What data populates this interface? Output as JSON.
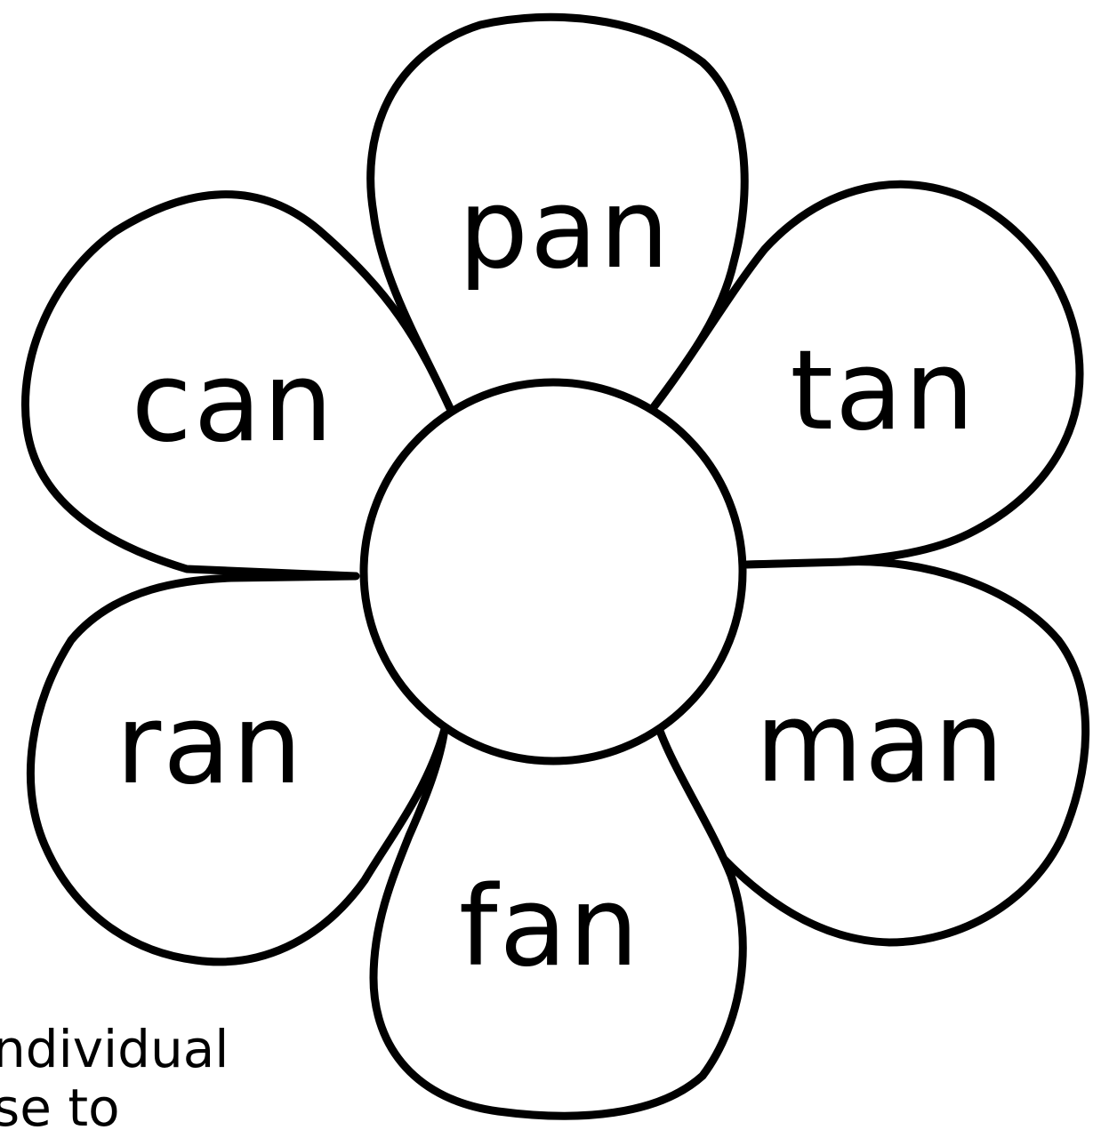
{
  "flower": {
    "center_label": "",
    "petals": [
      {
        "position": "top",
        "word": "pan"
      },
      {
        "position": "upper-right",
        "word": "tan"
      },
      {
        "position": "lower-right",
        "word": "man"
      },
      {
        "position": "bottom",
        "word": "fan"
      },
      {
        "position": "lower-left",
        "word": "ran"
      },
      {
        "position": "upper-left",
        "word": "can"
      }
    ]
  },
  "footer_text": {
    "line1": "ndividual",
    "line2": "se to"
  }
}
